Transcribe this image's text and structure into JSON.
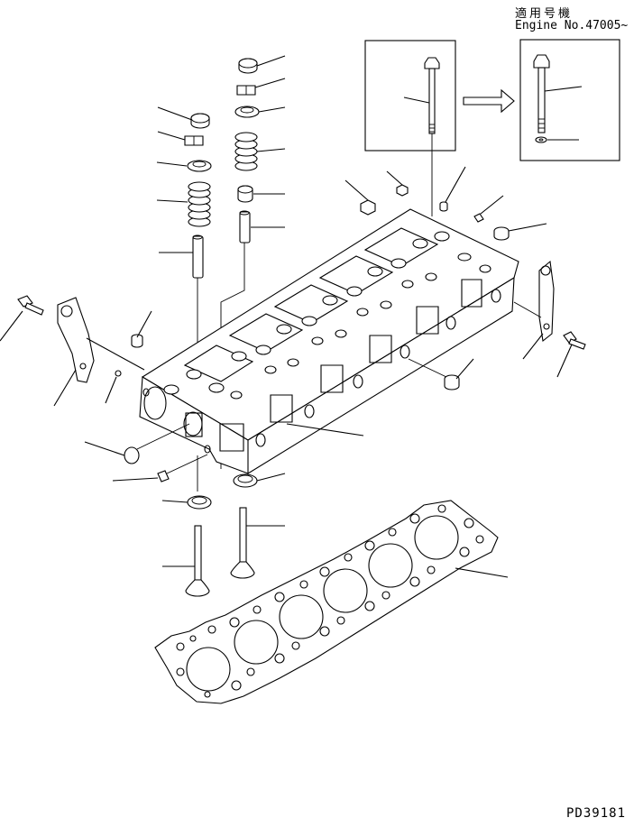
{
  "applicability": {
    "label_jp": "適用号機",
    "label_en": "Engine No.47005~"
  },
  "drawing_number": "PD39181",
  "figure": {
    "detail_arrow": "arrow-right-icon"
  }
}
